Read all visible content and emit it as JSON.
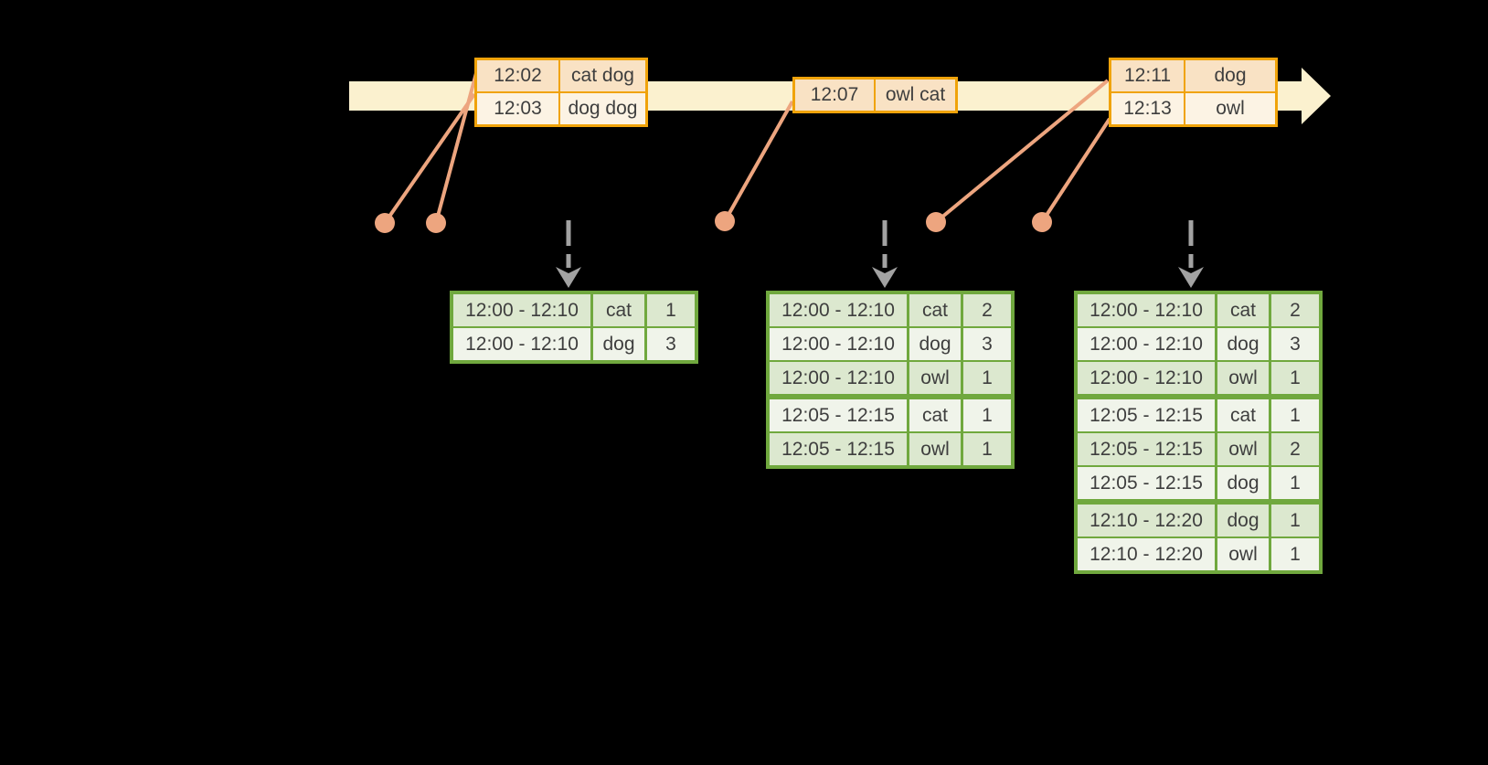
{
  "colors": {
    "background": "#000000",
    "timeline_fill": "#FBF1CF",
    "event_table_border": "#F0A30A",
    "event_row_dark": "#F9E2C4",
    "event_row_light": "#FCF3E4",
    "connector": "#EDA57F",
    "result_table_border": "#70A83E",
    "result_row_dark": "#DCE8CF",
    "result_row_light": "#F0F4EA",
    "trigger_arrow_gray": "#A2A2A2",
    "text": "#3E3E3E"
  },
  "icons": {
    "timeline": "right-arrow-icon",
    "event_marker": "dot-icon",
    "trigger": "dashed-down-arrow-icon"
  },
  "event_tables": [
    {
      "name": "events-batch-1",
      "rows": [
        {
          "time": "12:02",
          "words": "cat dog"
        },
        {
          "time": "12:03",
          "words": "dog dog"
        }
      ]
    },
    {
      "name": "events-batch-2",
      "rows": [
        {
          "time": "12:07",
          "words": "owl cat"
        }
      ]
    },
    {
      "name": "events-batch-3",
      "rows": [
        {
          "time": "12:11",
          "words": "dog"
        },
        {
          "time": "12:13",
          "words": "owl"
        }
      ]
    }
  ],
  "result_tables": [
    {
      "name": "result-table-1",
      "rows": [
        {
          "window": "12:00 - 12:10",
          "word": "cat",
          "count": 1
        },
        {
          "window": "12:00 - 12:10",
          "word": "dog",
          "count": 3
        }
      ]
    },
    {
      "name": "result-table-2",
      "rows": [
        {
          "window": "12:00 - 12:10",
          "word": "cat",
          "count": 2
        },
        {
          "window": "12:00 - 12:10",
          "word": "dog",
          "count": 3
        },
        {
          "window": "12:00 - 12:10",
          "word": "owl",
          "count": 1
        },
        {
          "window": "12:05 - 12:15",
          "word": "cat",
          "count": 1
        },
        {
          "window": "12:05 - 12:15",
          "word": "owl",
          "count": 1
        }
      ]
    },
    {
      "name": "result-table-3",
      "rows": [
        {
          "window": "12:00 - 12:10",
          "word": "cat",
          "count": 2
        },
        {
          "window": "12:00 - 12:10",
          "word": "dog",
          "count": 3
        },
        {
          "window": "12:00 - 12:10",
          "word": "owl",
          "count": 1
        },
        {
          "window": "12:05 - 12:15",
          "word": "cat",
          "count": 1
        },
        {
          "window": "12:05 - 12:15",
          "word": "owl",
          "count": 2
        },
        {
          "window": "12:05 - 12:15",
          "word": "dog",
          "count": 1
        },
        {
          "window": "12:10 - 12:20",
          "word": "dog",
          "count": 1
        },
        {
          "window": "12:10 - 12:20",
          "word": "owl",
          "count": 1
        }
      ]
    }
  ]
}
